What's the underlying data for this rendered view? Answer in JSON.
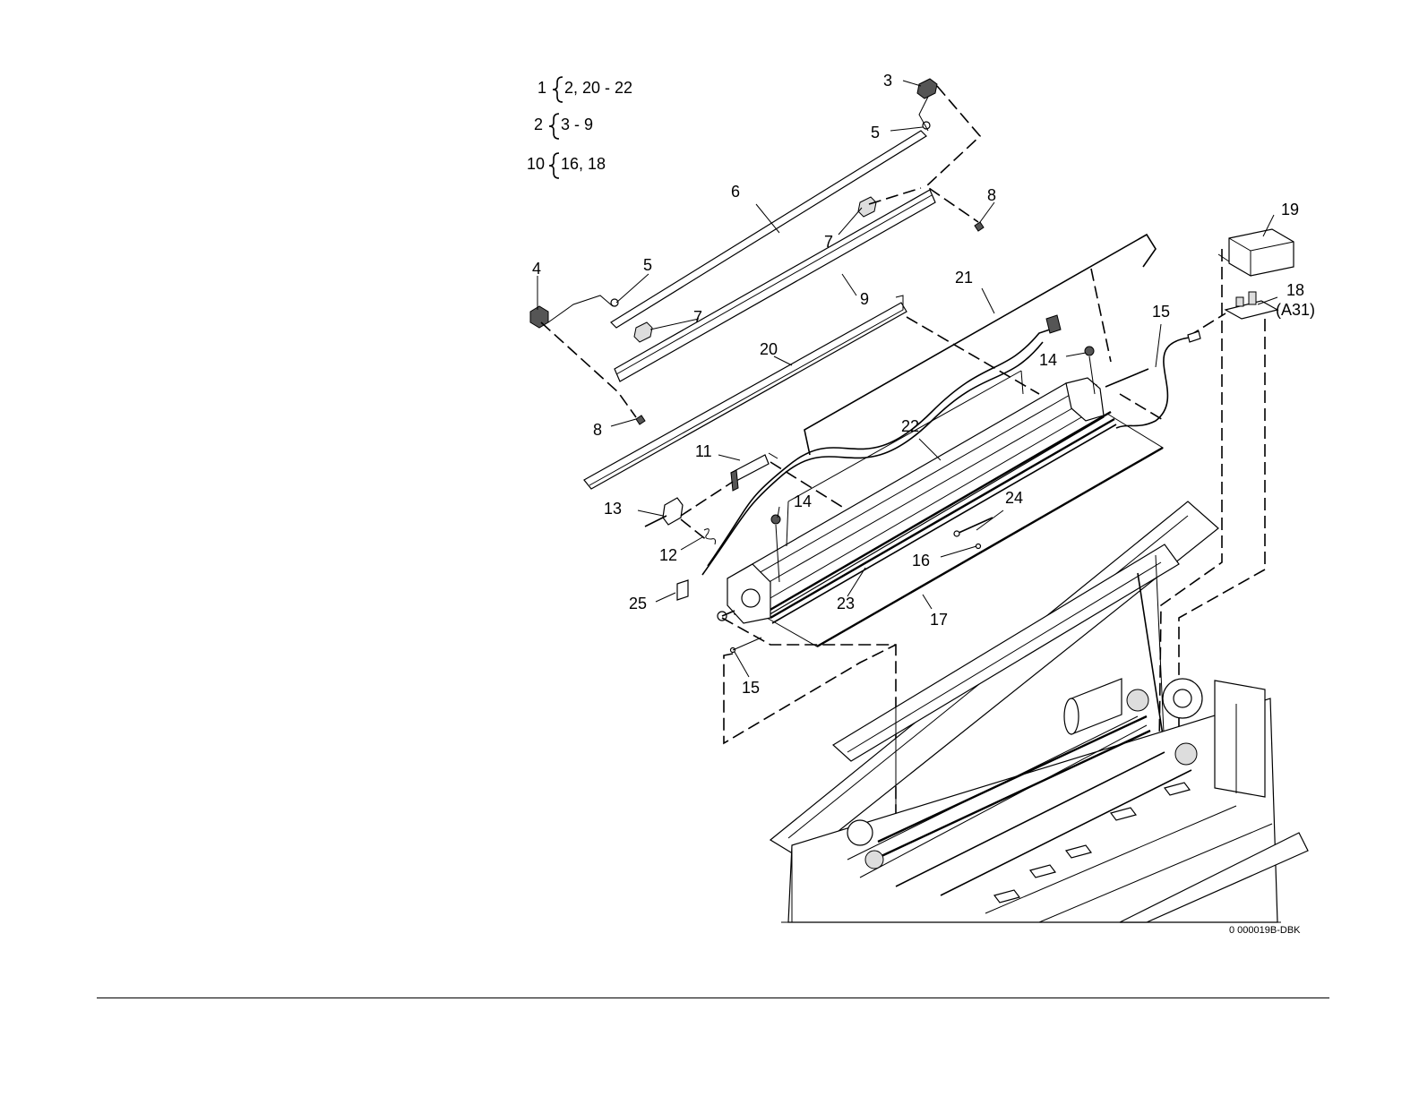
{
  "groups": [
    {
      "parent": "1",
      "children": "2, 20 - 22"
    },
    {
      "parent": "2",
      "children": "3 - 9"
    },
    {
      "parent": "10",
      "children": "16, 18"
    }
  ],
  "callouts": {
    "c3": "3",
    "c5a": "5",
    "c6": "6",
    "c7a": "7",
    "c8a": "8",
    "c4": "4",
    "c5b": "5",
    "c7b": "7",
    "c9": "9",
    "c20": "20",
    "c21": "21",
    "c8b": "8",
    "c19": "19",
    "c18": "18",
    "c18sub": "(A31)",
    "c15a": "15",
    "c14a": "14",
    "c22": "22",
    "c11": "11",
    "c14b": "14",
    "c13": "13",
    "c24": "24",
    "c12": "12",
    "c16": "16",
    "c25": "25",
    "c23": "23",
    "c17": "17",
    "c15b": "15"
  },
  "figure_code": "0 000019B-DBK",
  "colors": {
    "line": "#000000",
    "background": "#ffffff"
  }
}
